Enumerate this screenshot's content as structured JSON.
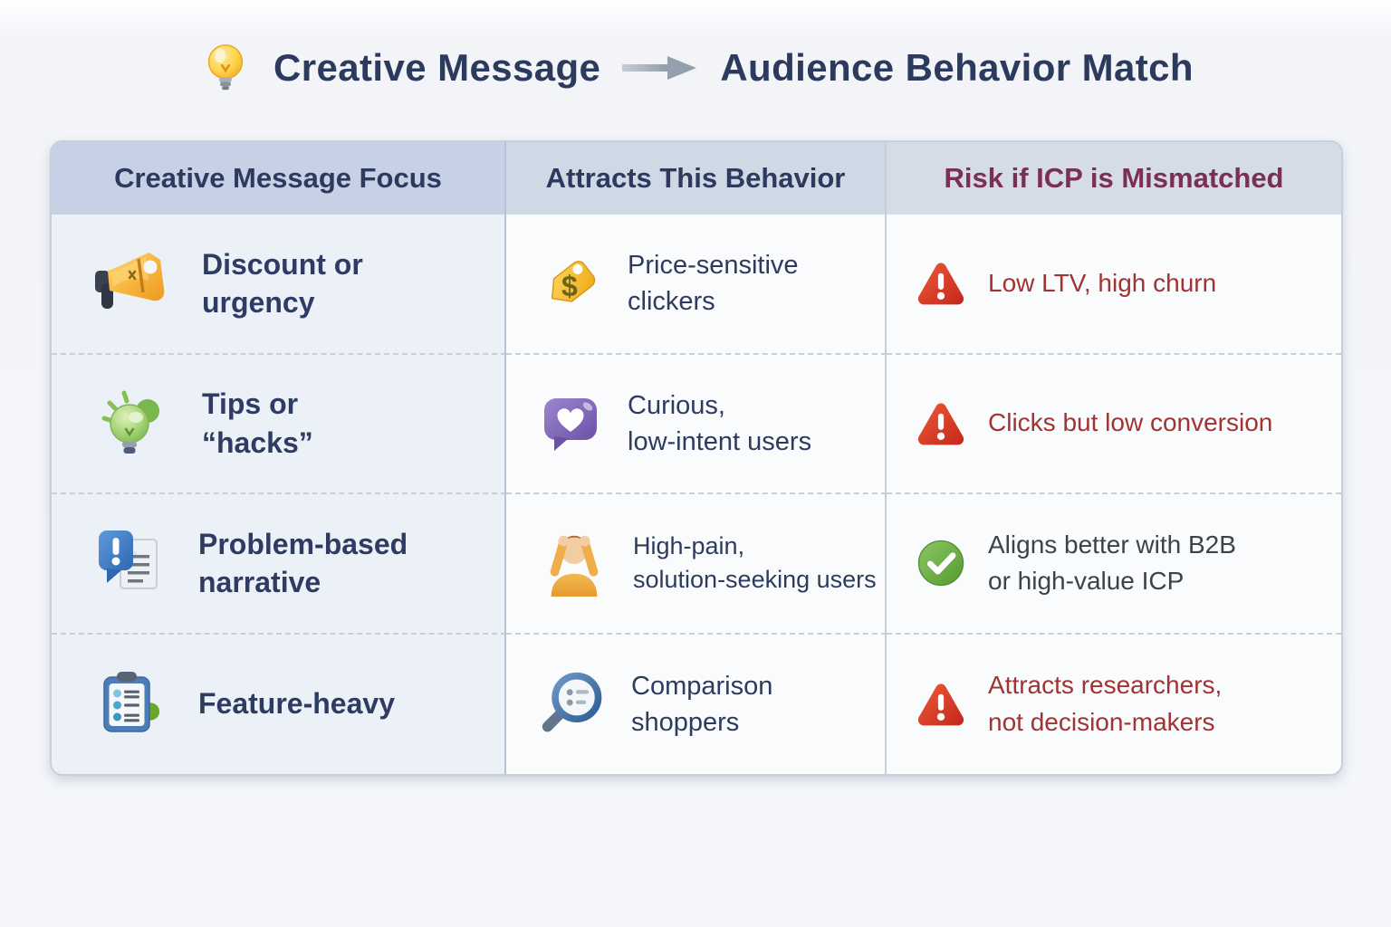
{
  "title": {
    "icon": "lightbulb-icon",
    "left": "Creative Message",
    "arrow_icon": "arrow-right-icon",
    "right": "Audience Behavior Match"
  },
  "table": {
    "headers": [
      "Creative Message Focus",
      "Attracts This Behavior",
      "Risk if ICP is Mismatched"
    ],
    "rows": [
      {
        "focus": {
          "icon": "megaphone-icon",
          "label": "Discount or\nurgency"
        },
        "behavior": {
          "icon": "price-tag-icon",
          "label": "Price-sensitive\nclickers"
        },
        "risk": {
          "icon": "warning-triangle-icon",
          "status": "warning",
          "label": "Low LTV, high churn"
        }
      },
      {
        "focus": {
          "icon": "green-lightbulb-icon",
          "label": "Tips or\n“hacks”"
        },
        "behavior": {
          "icon": "heart-speech-bubble-icon",
          "label": "Curious,\nlow-intent users"
        },
        "risk": {
          "icon": "warning-triangle-icon",
          "status": "warning",
          "label": "Clicks but low conversion"
        }
      },
      {
        "focus": {
          "icon": "problem-note-icon",
          "label": "Problem-based\nnarrative"
        },
        "behavior": {
          "icon": "frustrated-person-icon",
          "label": "High-pain,\nsolution-seeking users"
        },
        "risk": {
          "icon": "check-circle-icon",
          "status": "positive",
          "label": "Aligns better with B2B\nor high-value ICP"
        }
      },
      {
        "focus": {
          "icon": "checklist-clipboard-icon",
          "label": "Feature-heavy"
        },
        "behavior": {
          "icon": "magnifier-list-icon",
          "label": "Comparison\nshoppers"
        },
        "risk": {
          "icon": "warning-triangle-icon",
          "status": "warning",
          "label": "Attracts researchers,\nnot decision-makers"
        }
      }
    ]
  },
  "colors": {
    "title_text": "#2c3a5e",
    "header_text": "#2d3a5e",
    "risk_header_text": "#7a2f57",
    "warning_red": "#c3271d",
    "positive_green": "#55992f",
    "risk_text": "#a03434",
    "positive_text": "#3d4249",
    "header_band": "#c6d1e6",
    "first_column_bg": "#ecf0f7"
  }
}
